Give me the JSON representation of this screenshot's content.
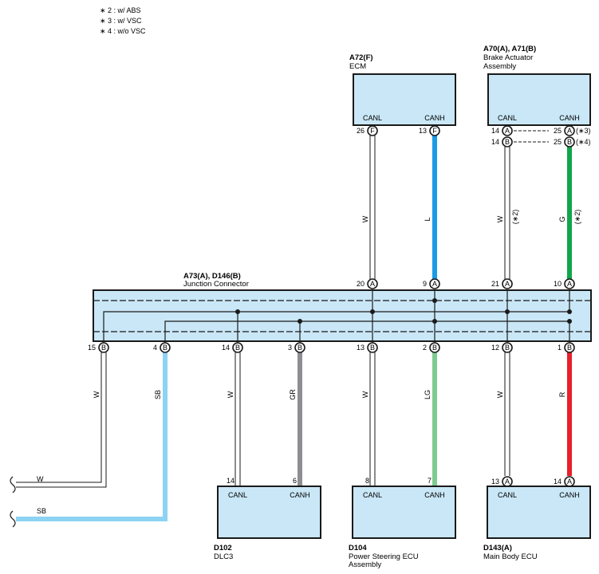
{
  "notes": [
    "∗ 2 : w/ ABS",
    "∗ 3 : w/ VSC",
    "∗ 4 : w/o VSC"
  ],
  "components": {
    "ecm": {
      "code": "A72(F)",
      "name": "ECM",
      "pin_left": "CANL",
      "pin_right": "CANH"
    },
    "brake": {
      "code": "A70(A), A71(B)",
      "name_line1": "Brake Actuator",
      "name_line2": "Assembly",
      "pin_left": "CANL",
      "pin_right": "CANH"
    },
    "junction": {
      "code": "A73(A), D146(B)",
      "name": "Junction Connector"
    },
    "dlc3": {
      "code": "D102",
      "name": "DLC3",
      "pin_left": "CANL",
      "pin_right": "CANH"
    },
    "ps_ecu": {
      "code": "D104",
      "name_line1": "Power Steering ECU",
      "name_line2": "Assembly",
      "pin_left": "CANL",
      "pin_right": "CANH"
    },
    "main_body": {
      "code": "D143(A)",
      "name": "Main Body ECU",
      "pin_left": "CANL",
      "pin_right": "CANH"
    }
  },
  "pins": {
    "ecm_canl": {
      "num": "26",
      "conn": "F"
    },
    "ecm_canh": {
      "num": "13",
      "conn": "F"
    },
    "brake_canl_a": {
      "num": "14",
      "conn": "A"
    },
    "brake_canl_b": {
      "num": "14",
      "conn": "B"
    },
    "brake_canh_a": {
      "num": "25",
      "conn": "A",
      "note": "(∗3)"
    },
    "brake_canh_b": {
      "num": "25",
      "conn": "B",
      "note": "(∗4)"
    },
    "j_top_20": {
      "num": "20",
      "conn": "A"
    },
    "j_top_9": {
      "num": "9",
      "conn": "A"
    },
    "j_top_21": {
      "num": "21",
      "conn": "A"
    },
    "j_top_10": {
      "num": "10",
      "conn": "A"
    },
    "j_bot_15": {
      "num": "15",
      "conn": "B"
    },
    "j_bot_4": {
      "num": "4",
      "conn": "B"
    },
    "j_bot_14": {
      "num": "14",
      "conn": "B"
    },
    "j_bot_3": {
      "num": "3",
      "conn": "B"
    },
    "j_bot_13": {
      "num": "13",
      "conn": "B"
    },
    "j_bot_2": {
      "num": "2",
      "conn": "B"
    },
    "j_bot_12": {
      "num": "12",
      "conn": "B"
    },
    "j_bot_1": {
      "num": "1",
      "conn": "B"
    },
    "dlc3_canl": {
      "num": "14"
    },
    "dlc3_canh": {
      "num": "6"
    },
    "ps_canl": {
      "num": "8"
    },
    "ps_canh": {
      "num": "7"
    },
    "mb_canl": {
      "num": "13",
      "conn": "A"
    },
    "mb_canh": {
      "num": "14",
      "conn": "A"
    }
  },
  "wires": {
    "ecm_canl": {
      "color": "W",
      "hex": "#ffffff"
    },
    "ecm_canh": {
      "color": "L",
      "hex": "#1a9be6"
    },
    "brake_canl": {
      "color": "W",
      "note": "(∗2)",
      "hex": "#ffffff"
    },
    "brake_canh": {
      "color": "G",
      "note": "(∗2)",
      "hex": "#10a64a"
    },
    "j15": {
      "color": "W",
      "hex": "#ffffff"
    },
    "j4": {
      "color": "SB",
      "hex": "#8dd3f3"
    },
    "dlc_canl": {
      "color": "W",
      "hex": "#ffffff"
    },
    "dlc_canh": {
      "color": "GR",
      "hex": "#8e8e92"
    },
    "ps_canl": {
      "color": "W",
      "hex": "#ffffff"
    },
    "ps_canh": {
      "color": "LG",
      "hex": "#7ecb8f"
    },
    "mb_canl": {
      "color": "W",
      "hex": "#ffffff"
    },
    "mb_canh": {
      "color": "R",
      "hex": "#e8202b"
    },
    "exit_w": {
      "color": "W"
    },
    "exit_sb": {
      "color": "SB"
    }
  },
  "colors": {
    "box_fill": "#c9e7f7",
    "stroke": "#1a1a1a"
  }
}
